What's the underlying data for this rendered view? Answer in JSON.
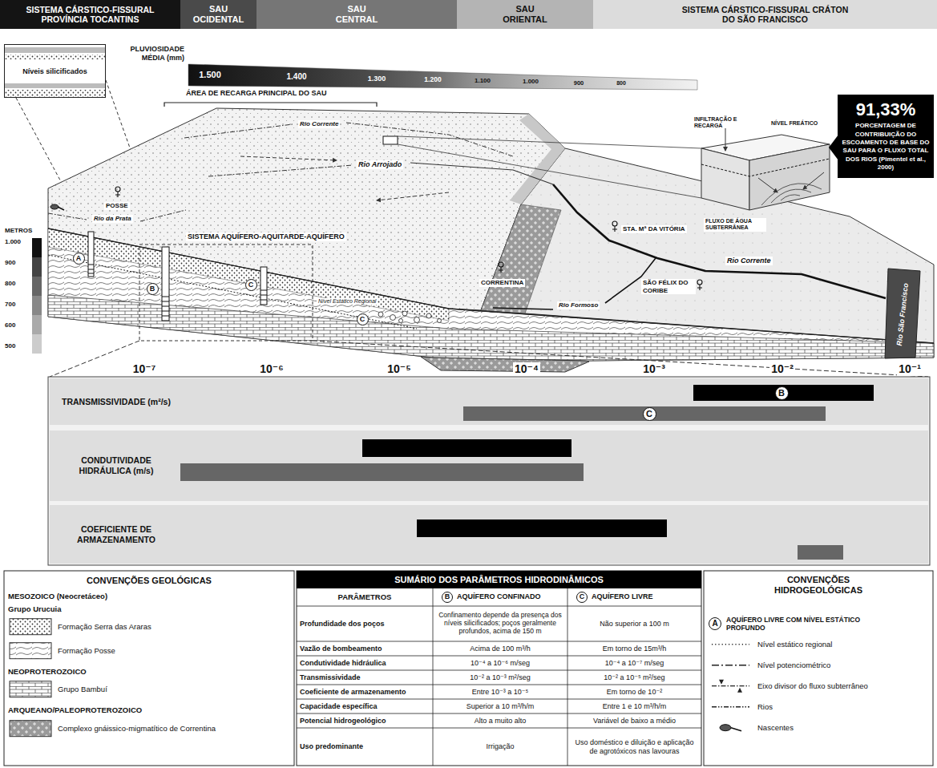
{
  "diagram": {
    "nodes": [
      {
        "text": [
          "SISTEMA CÁRSTICO-FISSURAL PROVÍNCIA TOCANTINS"
        ]
      },
      {
        "text": [
          "SAU OCIDENTAL"
        ]
      },
      {
        "text": [
          "SAU CENTRAL"
        ]
      },
      {
        "text": [
          "SAU ORIENTAL"
        ]
      },
      {
        "text": [
          "SISTEMA CÁRSTICO-FISSURAL CRÁTON DO SÃO FRANCISCO"
        ]
      },
      {
        "text": [
          "Níveis silicificados"
        ]
      },
      {
        "text": [
          "91,33%",
          "PORCENTAGEM DE CONTRIBUIÇÃO DO ESCOAMENTO DE BASE DO SAU PARA O FLUXO TOTAL DOS RIOS (Pimentel et al., 2000)"
        ]
      },
      {
        "text": [
          "TRANSMISSIVIDADE (m²/s)"
        ]
      },
      {
        "text": [
          "CONDUTIVIDADE HIDRÁULICA (m/s)"
        ]
      },
      {
        "text": [
          "COEFICIENTE DE ARMAZENAMENTO"
        ]
      }
    ],
    "labels": [
      "PLUVIOSIDADE MÉDIA (mm)",
      "1.500",
      "1.400",
      "1.300",
      "1.200",
      "1.100",
      "1.000",
      "900",
      "800",
      "ÁREA DE RECARGA PRINCIPAL DO SAU",
      "Rio Corrente",
      "Rio Arrojado",
      "SISTEMA AQUÍFERO-AQUITARDE-AQUÍFERO",
      "POSSE",
      "Rio da Prata",
      "A",
      "B",
      "C",
      "C",
      "Nível Estático Regional",
      "CORRENTINA",
      "STA. Mª DA VITÓRIA",
      "SÃO FÉLIX DO CORIBE",
      "Rio Corrente",
      "Rio Formoso",
      "Rio São Francisco",
      "INFILTRAÇÃO E RECARGA",
      "NÍVEL FREÁTICO",
      "FLUXO DE ÁGUA SUBTERRÂNEA",
      "METROS",
      "1.000",
      "900",
      "800",
      "700",
      "600",
      "500",
      "10⁻⁷",
      "10⁻⁶",
      "10⁻⁵",
      "10⁻⁴",
      "10⁻³",
      "10⁻²",
      "10⁻¹",
      "B",
      "C",
      "CONVENÇÕES GEOLÓGICAS",
      "MESOZOICO (Neocretáceo)",
      "Grupo Urucuia",
      "NEOPROTEROZOICO",
      "ARQUEANO/PALEOPROTEROZOICO",
      "SUMÁRIO DOS PARÂMETROS HIDRODINÂMICOS",
      "PARÂMETROS",
      "B",
      "AQUÍFERO CONFINADO",
      "C",
      "AQUÍFERO LIVRE",
      "Profundidade dos poços",
      "Confinamento depende da presença dos níveis silicificados; poços geralmente profundos, acima de 150 m",
      "Não superior a 100 m",
      "Vazão de bombeamento",
      "Acima de 100 m³/h",
      "Em torno de 15m³/h",
      "Condutividade hidráulica",
      "10⁻⁴ a 10⁻⁶ m/seg",
      "10⁻⁴ a 10⁻⁷ m/seg",
      "Transmissividade",
      "10⁻² a 10⁻³ m²/seg",
      "10⁻² a 10⁻⁵ m²/seg",
      "Coeficiente de armazenamento",
      "Entre 10⁻³ a 10⁻⁵",
      "Em torno de 10⁻²",
      "Capacidade específica",
      "Superior a 10 m³/h/m",
      "Entre 1 e 10 m³/h/m",
      "Potencial hidrogeológico",
      "Alto a muito alto",
      "Variável de baixo a médio",
      "Uso predominante",
      "Irrigação",
      "Uso doméstico e diluição e aplicação de agrotóxicos nas lavouras",
      "CONVENÇÕES HIDROGEOLÓGICAS",
      "A",
      "AQUÍFERO LIVRE COM NÍVEL ESTÁTICO PROFUNDO"
    ],
    "legend": [
      {
        "text": "Formação Serra das Araras"
      },
      {
        "text": "Formação Posse"
      },
      {
        "text": "Grupo Bambuí"
      },
      {
        "text": "Complexo gnáissico-migmatítico de Correntina"
      },
      {
        "text": "Nível estático regional"
      },
      {
        "text": "Nível potenciométrico"
      },
      {
        "text": "Eixo divisor do fluxo subterrâneo"
      },
      {
        "text": "Rios"
      },
      {
        "text": "Nascentes"
      }
    ]
  }
}
